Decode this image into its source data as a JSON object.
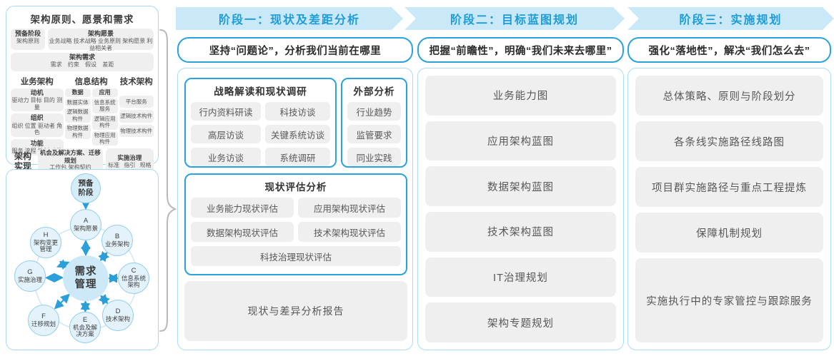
{
  "palette": {
    "banner_bg": "#c9e8f8",
    "banner_text": "#1e9cd6",
    "accent_border": "#2aa2dc",
    "panel_border": "#a9d9f2",
    "item_bg": "#efefef",
    "item_text": "#575757",
    "arrow_blue": "#2b9fd8",
    "node_fill": "#e3f2fb",
    "center_fill": "#cde9f8"
  },
  "framework": {
    "title": "架构原则、愿景和需求",
    "prep": {
      "title": "预备阶段",
      "sub": "架构原则"
    },
    "vision": {
      "title": "架构愿景",
      "sub": "业务战略 技术战略 业务原则 架构愿景 利益相关者"
    },
    "requirement": {
      "title": "架构需求",
      "sub": "需求 约束 假设 差距"
    },
    "business": {
      "title": "业务架构",
      "groups": [
        {
          "title": "动机",
          "sub": "驱动力 目标 目的 测量"
        },
        {
          "title": "组织",
          "sub": "组织 位置 驱动者 角色"
        },
        {
          "title": "功能",
          "sub": "服务 流程 控制 功能"
        }
      ]
    },
    "information": {
      "title": "信息结构",
      "data": {
        "title": "数据",
        "items": [
          "数据实体",
          "逻辑数据构件",
          "物理数据构件"
        ]
      },
      "app": {
        "title": "应用",
        "items": [
          "信息系统服务",
          "逻辑应用构件",
          "物理应用构件"
        ]
      }
    },
    "technology": {
      "title": "技术架构",
      "items": [
        "平台服务",
        "逻辑技术构件",
        "物理技术构件"
      ]
    },
    "realization": {
      "title": "架构实现",
      "opportunity": {
        "title": "机会及解决方案、迁移规划",
        "sub": "工作包 架构契约"
      },
      "governance": {
        "title": "实施治理",
        "sub": "标准 指引 规格"
      }
    }
  },
  "adm": {
    "prep": "预备阶段",
    "center": "需求管理",
    "nodes": [
      {
        "letter": "A",
        "label": "架构愿景"
      },
      {
        "letter": "B",
        "label": "业务架构"
      },
      {
        "letter": "C",
        "label": "信息系统架构"
      },
      {
        "letter": "D",
        "label": "技术架构"
      },
      {
        "letter": "E",
        "label": "机会及解决方案"
      },
      {
        "letter": "F",
        "label": "迁移规划"
      },
      {
        "letter": "G",
        "label": "实施治理"
      },
      {
        "letter": "H",
        "label": "架构变更管理"
      }
    ]
  },
  "phases": [
    {
      "header": "阶段一：现状及差距分析",
      "subtitle": "坚持“问题论”，分析我们当前在哪里",
      "survey": {
        "title": "战略解读和现状调研",
        "items": [
          "行内资料研读",
          "科技访谈",
          "高层访谈",
          "关键系统访谈",
          "业务访谈",
          "系统调研"
        ]
      },
      "external": {
        "title": "外部分析",
        "items": [
          "行业趋势",
          "监管要求",
          "同业实践"
        ]
      },
      "assessment": {
        "title": "现状评估分析",
        "items": [
          "业务能力现状评估",
          "应用架构现状评估",
          "数据架构现状评估",
          "技术架构现状评估",
          "科技治理现状评估"
        ]
      },
      "report": "现状与差异分析报告"
    },
    {
      "header": "阶段二：目标蓝图规划",
      "subtitle": "把握“前瞻性”，明确“我们未来去哪里”",
      "items": [
        "业务能力图",
        "应用架构蓝图",
        "数据架构蓝图",
        "技术架构蓝图",
        "IT治理规划",
        "架构专题规划"
      ]
    },
    {
      "header": "阶段三：实施规划",
      "subtitle": "强化“落地性”，解决“我们怎么去”",
      "items": [
        "总体策略、原则与阶段划分",
        "各条线实施路径线路图",
        "项目群实施路径与重点工程提炼",
        "保障机制规划",
        "实施执行中的专家管控与跟踪服务"
      ]
    }
  ]
}
